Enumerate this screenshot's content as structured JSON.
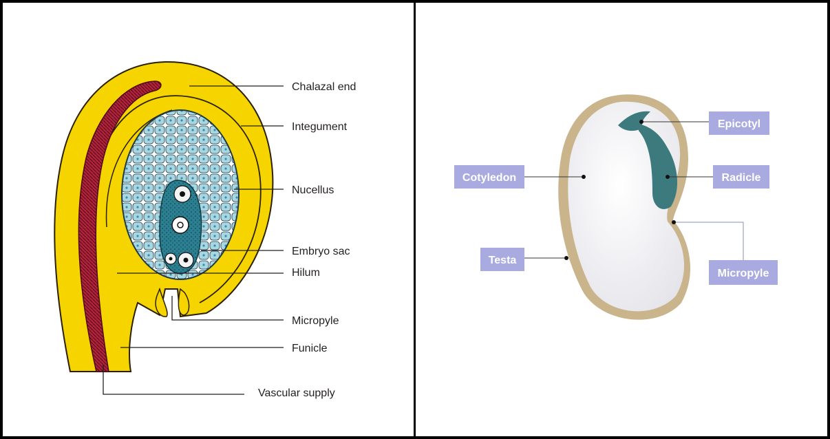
{
  "ovule": {
    "labels": {
      "chalazal_end": "Chalazal end",
      "integument": "Integument",
      "nucellus": "Nucellus",
      "embryo_sac": "Embryo sac",
      "hilum": "Hilum",
      "micropyle": "Micropyle",
      "funicle": "Funicle",
      "vascular_supply": "Vascular supply"
    },
    "colors": {
      "integument": "#f5d400",
      "outline": "#2a2000",
      "nucellus_cell": "#9fd0dc",
      "vascular": "#b3223a",
      "embryo_sac": "#1f6b7a"
    }
  },
  "seed": {
    "labels": {
      "epicotyl": "Epicotyl",
      "cotyledon": "Cotyledon",
      "radicle": "Radicle",
      "testa": "Testa",
      "micropyle": "Micropyle"
    },
    "colors": {
      "label_box": "#a9aadf",
      "testa": "#c9b48c",
      "embryo_axis": "#3d7a7e",
      "cotyledon": "#f5f5f7"
    }
  }
}
